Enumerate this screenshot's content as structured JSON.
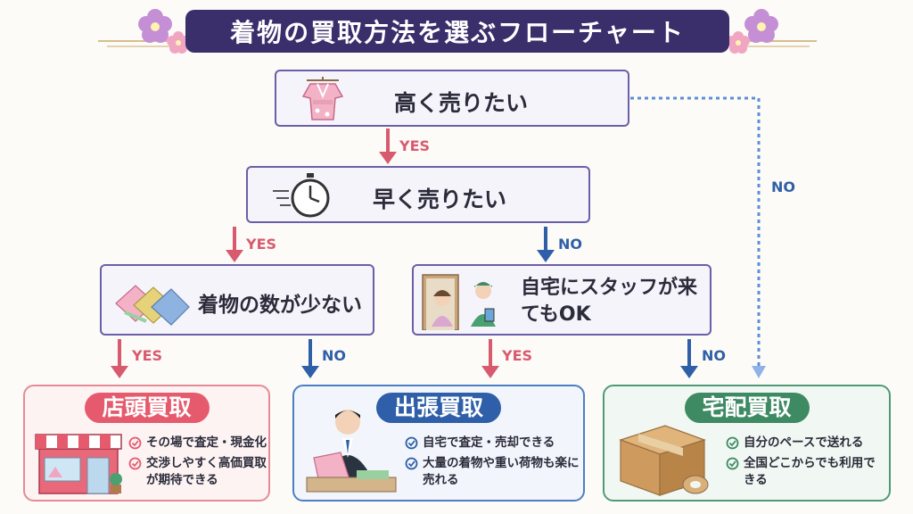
{
  "title": "着物の買取方法を選ぶフローチャート",
  "nodes": {
    "high_price": "高く売りたい",
    "fast": "早く売りたい",
    "few_kimono": "着物の数が少ない",
    "staff_home": "自宅にスタッフが来てもOK"
  },
  "edges": {
    "yes": "YES",
    "no": "NO"
  },
  "results": {
    "store": {
      "title": "店頭買取",
      "points": [
        "その場で査定・現金化",
        "交渉しやすく高価買取が期待できる"
      ]
    },
    "visit": {
      "title": "出張買取",
      "points": [
        "自宅で査定・売却できる",
        "大量の着物や重い荷物も楽に売れる"
      ]
    },
    "delivery": {
      "title": "宅配買取",
      "points": [
        "自分のペースで送れる",
        "全国どこからでも利用できる"
      ]
    }
  },
  "colors": {
    "title_bg": "#3a2e6b",
    "yes": "#d85a6e",
    "no": "#2f5fa8",
    "store": "#e65a6d",
    "visit": "#2f5fa8",
    "delivery": "#3d8a63"
  },
  "icons": [
    "kimono-icon",
    "stopwatch-icon",
    "folded-kimono-icon",
    "home-staff-icon",
    "storefront-icon",
    "staff-appraiser-icon",
    "cardboard-box-icon",
    "check-circle-icon",
    "plum-blossom-icon"
  ]
}
